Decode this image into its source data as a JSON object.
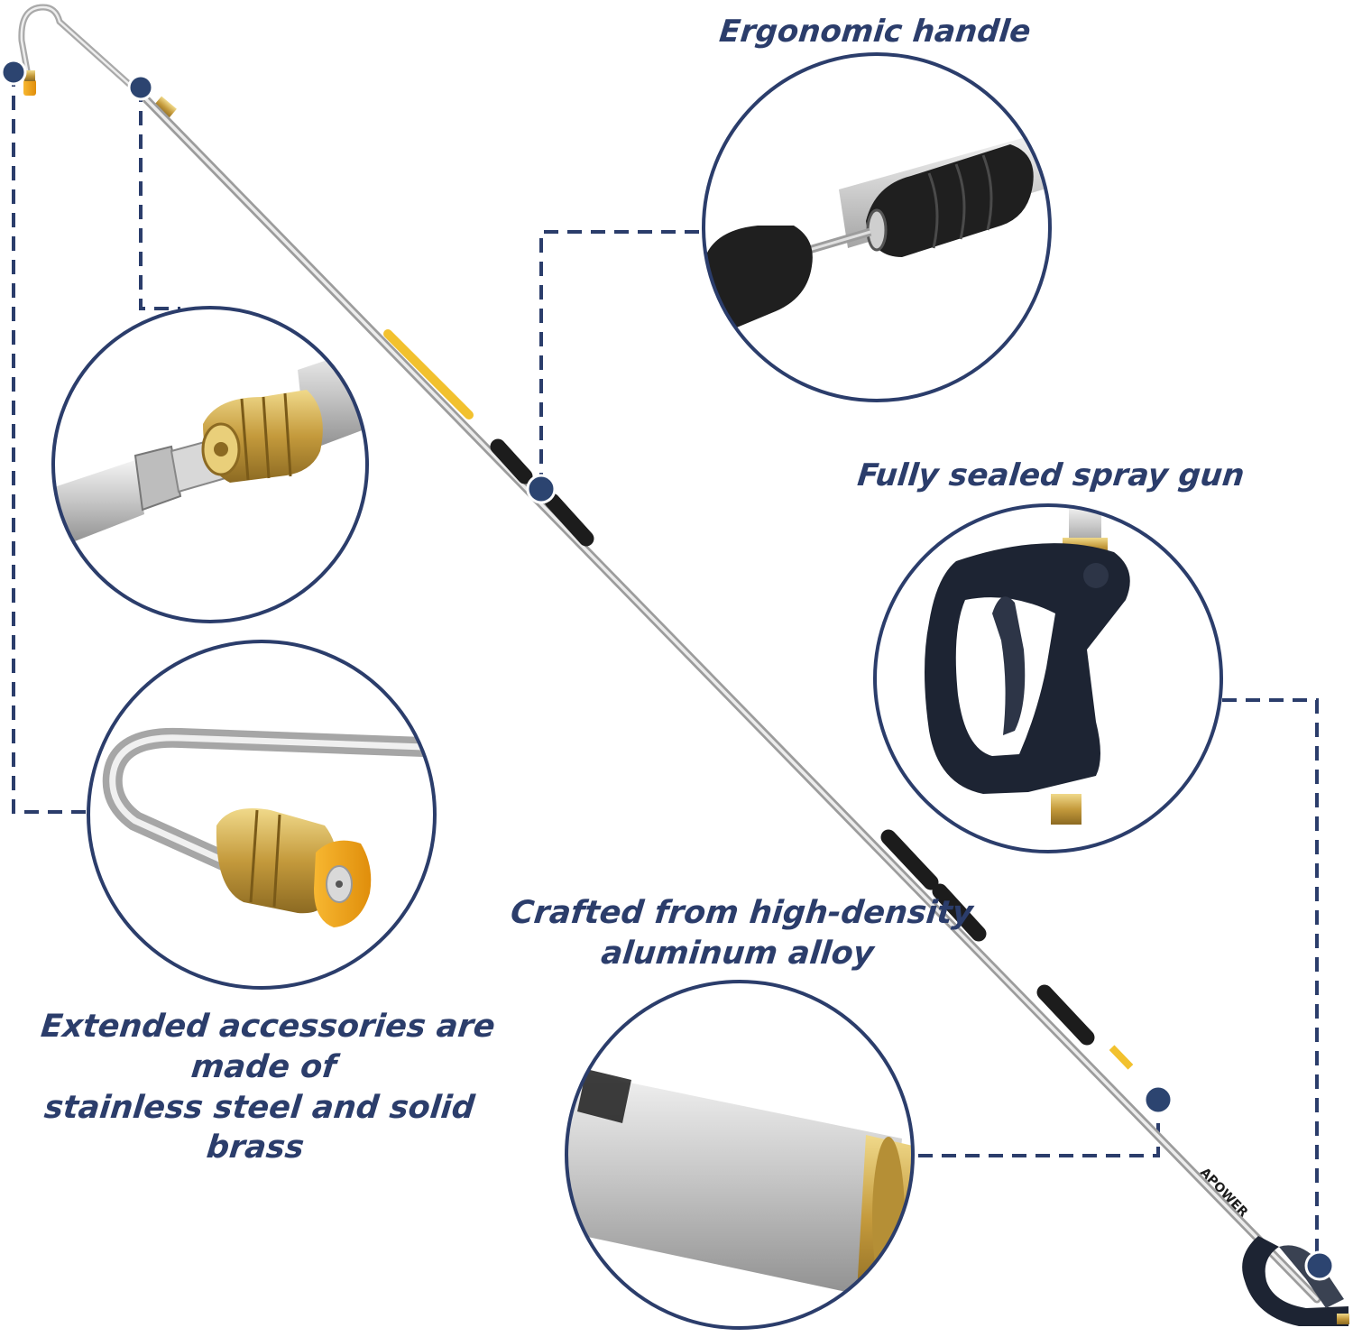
{
  "theme": {
    "accent": "#2b3d6b",
    "dot": "#2c4470",
    "wand_tip": "#e8a21d",
    "yellow_section": "#f2c12e",
    "grip": "#1c1c1c",
    "brass": "#c9a24a",
    "gun_body": "#1d2433"
  },
  "labels": {
    "ergonomic_handle": "Ergonomic handle",
    "spray_gun": "Fully sealed spray gun",
    "alloy_line1": "Crafted from high-density",
    "alloy_line2": "aluminum alloy",
    "accessories_line1": "Extended accessories are made of",
    "accessories_line2": "stainless steel and solid brass"
  },
  "brand": {
    "logo_text": "APOWER"
  },
  "callouts": [
    {
      "name": "callout-handle",
      "icon": "foam-grip-closeup"
    },
    {
      "name": "callout-spray-gun",
      "icon": "trigger-gun-closeup"
    },
    {
      "name": "callout-alloy",
      "icon": "aluminum-tube-closeup"
    },
    {
      "name": "callout-quick-connect",
      "icon": "quick-connect-closeup"
    },
    {
      "name": "callout-nozzle",
      "icon": "brass-nozzle-closeup"
    }
  ]
}
